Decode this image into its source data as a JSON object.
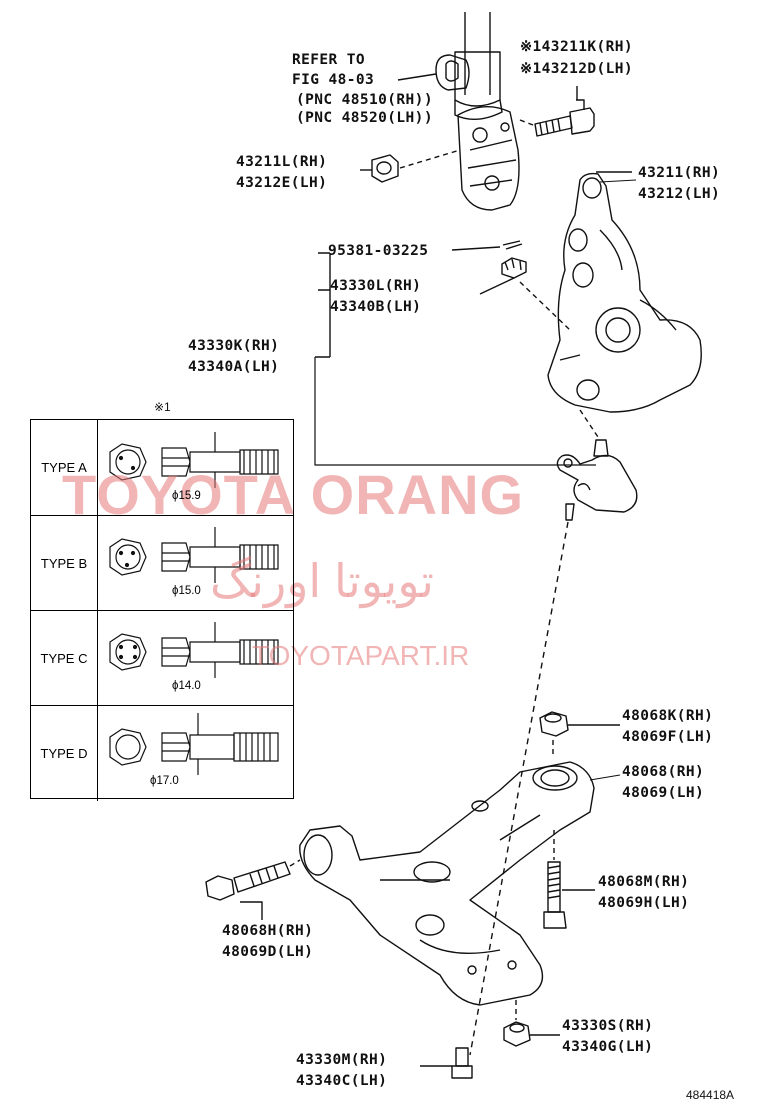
{
  "labels": {
    "refer": [
      "REFER TO",
      "FIG 48-03",
      "(PNC 48510(RH))",
      "(PNC 48520(LH))"
    ],
    "bolt_top": [
      "※143211K(RH)",
      "※143212D(LH)"
    ],
    "nut_top": [
      "43211L(RH)",
      "43212E(LH)"
    ],
    "knuckle": [
      "43211(RH)",
      "43212(LH)"
    ],
    "pin": "95381-03225",
    "ball_nut": [
      "43330L(RH)",
      "43340B(LH)"
    ],
    "ball_joint": [
      "43330K(RH)",
      "43340A(LH)"
    ],
    "arm_nut": [
      "48068K(RH)",
      "48069F(LH)"
    ],
    "lower_arm": [
      "48068(RH)",
      "48069(LH)"
    ],
    "arm_bolt_v": [
      "48068M(RH)",
      "48069H(LH)"
    ],
    "arm_bolt_h": [
      "48068H(RH)",
      "48069D(LH)"
    ],
    "bj_nut_bottom": [
      "43330S(RH)",
      "43340G(LH)"
    ],
    "bj_bolt_bottom": [
      "43330M(RH)",
      "43340C(LH)"
    ],
    "code": "484418A"
  },
  "table": {
    "mark": "※1",
    "rows": [
      {
        "type": "TYPE A",
        "diameter": "ϕ15.9"
      },
      {
        "type": "TYPE B",
        "diameter": "ϕ15.0"
      },
      {
        "type": "TYPE C",
        "diameter": "ϕ14.0"
      },
      {
        "type": "TYPE D",
        "diameter": "ϕ17.0"
      }
    ]
  },
  "watermark": {
    "latin": "TOYOTA ORANG",
    "persian": "تویوتا اورنگ",
    "url": "TOYOTAPART.IR",
    "color": "#e06464"
  }
}
